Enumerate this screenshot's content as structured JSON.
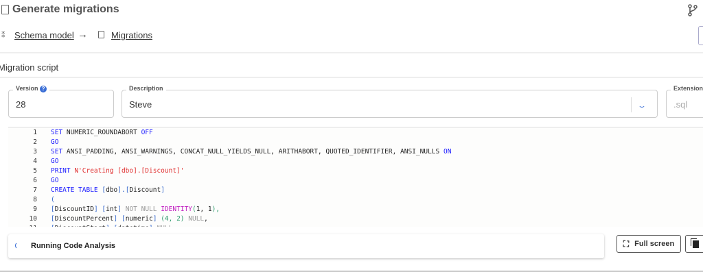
{
  "header": {
    "title": "Generate migrations"
  },
  "breadcrumb": [
    {
      "label": "Schema model"
    },
    {
      "label": "Migrations"
    }
  ],
  "section": {
    "title": "Migration script"
  },
  "fields": {
    "version": {
      "label": "Version",
      "value": "28"
    },
    "description": {
      "label": "Description",
      "value": "Steve"
    },
    "extension": {
      "label": "Extension",
      "value": ".sql"
    }
  },
  "code": [
    [
      [
        "SET ",
        "k"
      ],
      [
        "NUMERIC_ROUNDABORT ",
        ""
      ],
      [
        "OFF",
        "k"
      ]
    ],
    [
      [
        "GO",
        "k"
      ]
    ],
    [
      [
        "SET ",
        "k"
      ],
      [
        "ANSI_PADDING, ANSI_WARNINGS, CONCAT_NULL_YIELDS_NULL, ARITHABORT, QUOTED_IDENTIFIER, ANSI_NULLS ",
        ""
      ],
      [
        "ON",
        "k"
      ]
    ],
    [
      [
        "GO",
        "k"
      ]
    ],
    [
      [
        "PRINT ",
        "k"
      ],
      [
        "N'Creating [dbo].[Discount]'",
        "s"
      ]
    ],
    [
      [
        "GO",
        "k"
      ]
    ],
    [
      [
        "CREATE TABLE ",
        "k"
      ],
      [
        "[",
        "b"
      ],
      [
        "dbo",
        ""
      ],
      [
        "].[",
        "b"
      ],
      [
        "Discount",
        ""
      ],
      [
        "]",
        "b"
      ]
    ],
    [
      [
        "(",
        "b"
      ]
    ],
    [
      [
        "[",
        "b"
      ],
      [
        "DiscountID",
        ""
      ],
      [
        "] [",
        "b"
      ],
      [
        "int",
        ""
      ],
      [
        "] ",
        "b"
      ],
      [
        "NOT NULL ",
        "g"
      ],
      [
        "IDENTITY",
        "f"
      ],
      [
        "(",
        "n"
      ],
      [
        "1, 1",
        ""
      ],
      [
        "),",
        "n"
      ]
    ],
    [
      [
        "[",
        "b"
      ],
      [
        "DiscountPercent",
        ""
      ],
      [
        "] [",
        "b"
      ],
      [
        "numeric",
        ""
      ],
      [
        "] ",
        "b"
      ],
      [
        "(4, 2) ",
        "n"
      ],
      [
        "NULL",
        "g"
      ],
      [
        ",",
        ""
      ]
    ],
    [
      [
        "[",
        "b"
      ],
      [
        "DiscountStart",
        ""
      ],
      [
        "] [",
        "b"
      ],
      [
        "datetime",
        ""
      ],
      [
        "] ",
        "b"
      ],
      [
        "NULL",
        "g"
      ]
    ]
  ],
  "status": {
    "text": "Running Code Analysis"
  },
  "buttons": {
    "fullscreen": "Full screen"
  }
}
